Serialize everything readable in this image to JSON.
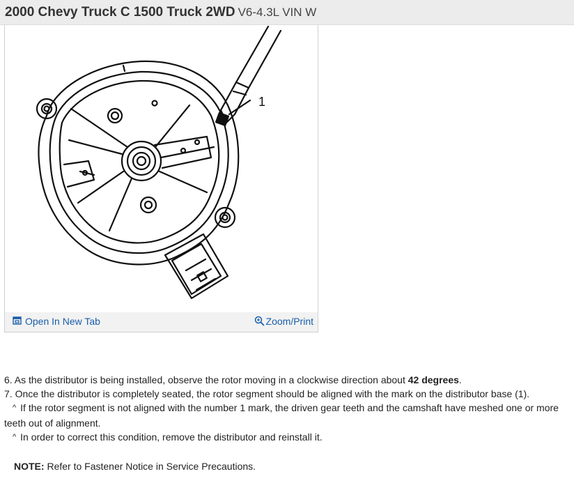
{
  "header": {
    "title_main": "2000 Chevy Truck C 1500 Truck 2WD",
    "title_sub": "V6-4.3L VIN W"
  },
  "figure": {
    "callout_label": "1",
    "open_tab_label": "Open In New Tab",
    "open_tab_icon": "open-new-tab-icon",
    "zoom_label": "Zoom/Print",
    "zoom_icon": "zoom-magnifier-icon",
    "link_color": "#1a5ea8"
  },
  "steps": {
    "step6_prefix": "6. As the distributor is being installed, observe the rotor moving in a clockwise direction about ",
    "step6_bold": "42 degrees",
    "step6_suffix": ".",
    "step7": "7. Once the distributor is completely seated, the rotor segment should be aligned with the mark on the distributor base (1).",
    "sub_bullet_glyph": "^",
    "sub1": "If the rotor segment is not aligned with the number 1 mark, the driven gear teeth and the camshaft have meshed one or more teeth out of alignment.",
    "sub2": "In order to correct this condition, remove the distributor and reinstall it.",
    "note_label": "NOTE:",
    "note_text": " Refer to Fastener Notice in Service Precautions."
  }
}
